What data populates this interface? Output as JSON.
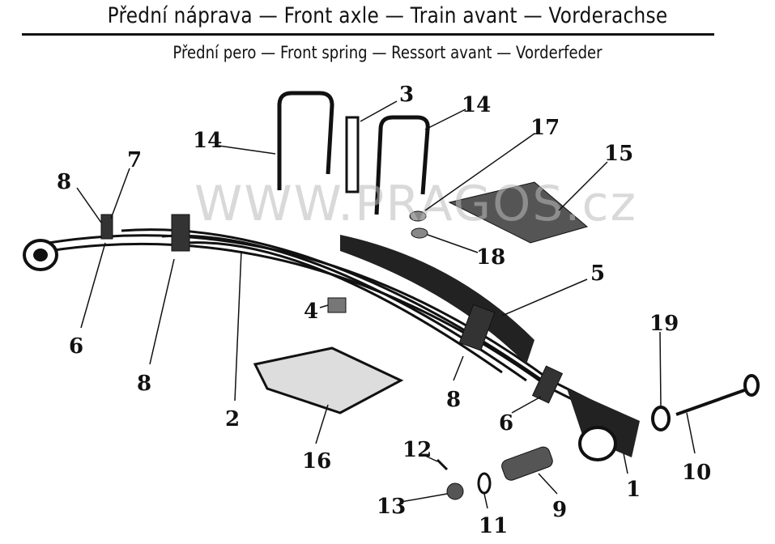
{
  "header": {
    "title": "Přední náprava — Front axle — Train avant — Vorderachse",
    "subtitle": "Přední pero — Front spring — Ressort avant — Vorderfeder"
  },
  "watermark": "WWW.PRAGOS.cz",
  "callouts": [
    "3",
    "14",
    "14",
    "17",
    "15",
    "7",
    "8",
    "18",
    "5",
    "4",
    "6",
    "19",
    "8",
    "8",
    "2",
    "6",
    "16",
    "12",
    "10",
    "1",
    "13",
    "11",
    "9"
  ]
}
